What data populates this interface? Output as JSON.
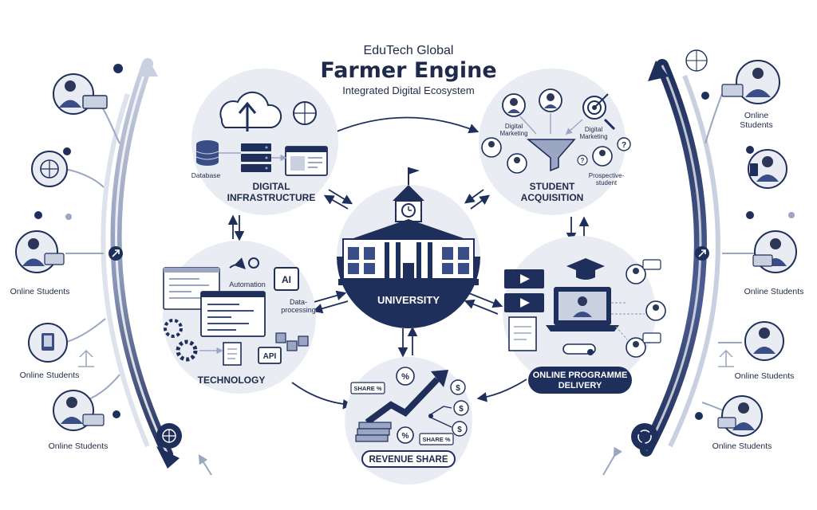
{
  "header": {
    "org": "EduTech Global",
    "title": "Farmer Engine",
    "subtitle": "Integrated Digital Ecosystem"
  },
  "hub": {
    "label": "UNIVERSITY"
  },
  "nodes": {
    "infrastructure": {
      "title_line1": "DIGITAL",
      "title_line2": "INFRASTRUCTURE",
      "db_label": "Database"
    },
    "acquisition": {
      "title_line1": "STUDENT",
      "title_line2": "ACQUISITION",
      "label_dm_left_1": "Digital",
      "label_dm_left_2": "Marketing",
      "label_dm_right_1": "Digital",
      "label_dm_right_2": "Marketing",
      "label_prospective_1": "Prospective-",
      "label_prospective_2": "student"
    },
    "technology": {
      "title": "TECHNOLOGY",
      "automation": "Automation",
      "ai": "AI",
      "dp_line1": "Data-",
      "dp_line2": "processing",
      "api": "API"
    },
    "delivery": {
      "title_line1": "ONLINE PROGRAMME",
      "title_line2": "DELIVERY"
    },
    "revenue": {
      "title": "REVENUE SHARE",
      "share_tag_1": "SHARE %",
      "share_tag_2": "SHARE %",
      "pct": "%"
    }
  },
  "left_students": [
    {
      "label": ""
    },
    {
      "label": ""
    },
    {
      "label": "Online Students"
    },
    {
      "label": "Online Students"
    },
    {
      "label": "Online Students"
    }
  ],
  "right_students": [
    {
      "label": "Online Students"
    },
    {
      "label": ""
    },
    {
      "label": "Online Students"
    },
    {
      "label": "Online Students"
    },
    {
      "label": "Online Students"
    }
  ],
  "colors": {
    "navy": "#1f2f5c",
    "light": "#e9ecf3",
    "mid": "#9aa6c2",
    "accent": "#3a4d86"
  },
  "icons": [
    "cloud-upload-icon",
    "globe-network-icon",
    "database-icon",
    "server-icon",
    "browser-window-icon",
    "target-icon",
    "funnel-icon",
    "gear-icon",
    "document-icon",
    "video-play-icon",
    "graduation-cap-icon",
    "laptop-video-icon",
    "diploma-icon",
    "growth-arrow-icon",
    "money-stack-icon",
    "location-pin-icon"
  ]
}
